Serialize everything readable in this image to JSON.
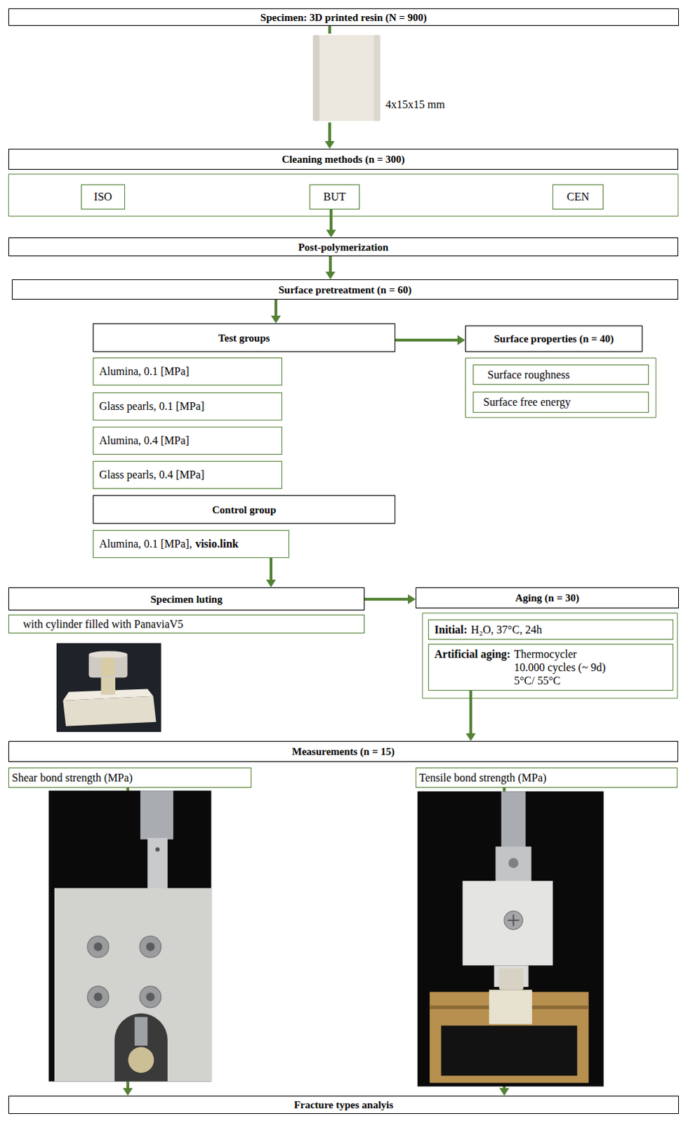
{
  "diagram": {
    "nodes": [
      {
        "text": [
          "Specimen: 3D printed resin (N = 900)"
        ]
      },
      {
        "text": [
          "Cleaning methods (n = 300)"
        ]
      },
      {
        "text": [
          "ISO"
        ]
      },
      {
        "text": [
          "BUT"
        ]
      },
      {
        "text": [
          "CEN"
        ]
      },
      {
        "text": [
          "Post-polymerization"
        ]
      },
      {
        "text": [
          "Surface pretreatment (n = 60)"
        ]
      },
      {
        "text": [
          "Test groups"
        ]
      },
      {
        "text": [
          "Surface properties (n = 40)"
        ]
      },
      {
        "text": [
          "Alumina, 0.1 [MPa]"
        ]
      },
      {
        "text": [
          "Surface roughness"
        ]
      },
      {
        "text": [
          "Glass pearls, 0.1 [MPa]"
        ]
      },
      {
        "text": [
          "Surface free energy"
        ]
      },
      {
        "text": [
          "Alumina, 0.4 [MPa]"
        ]
      },
      {
        "text": [
          "Glass pearls, 0.4 [MPa]"
        ]
      },
      {
        "text": [
          "Control group"
        ]
      },
      {
        "text": [
          "Alumina, 0.1 [MPa],",
          "visio.link"
        ]
      },
      {
        "text": [
          "Specimen luting"
        ]
      },
      {
        "text": [
          "Aging (n = 30)"
        ]
      },
      {
        "text": [
          "with cylinder filled with PanaviaV5"
        ]
      },
      {
        "text": [
          "Initial:",
          "H₂O, 37°C, 24h"
        ]
      },
      {
        "text": [
          "Artificial aging:",
          "Thermocycler",
          "10.000 cycles (~ 9d)",
          "5°C/ 55°C"
        ]
      },
      {
        "text": [
          "Measurements (n = 15)"
        ]
      },
      {
        "text": [
          "Shear bond strength (MPa)"
        ]
      },
      {
        "text": [
          "Tensile bond strength (MPa)"
        ]
      },
      {
        "text": [
          "Fracture types analyis"
        ]
      }
    ],
    "edges": [
      {
        "from": 0,
        "to": 1,
        "arrow": "to"
      },
      {
        "from": 3,
        "to": 5,
        "arrow": "to"
      },
      {
        "from": 5,
        "to": 6,
        "arrow": "to"
      },
      {
        "from": 6,
        "to": 7,
        "arrow": "to"
      },
      {
        "from": 7,
        "to": 8,
        "arrow": "to"
      },
      {
        "from": 16,
        "to": 17,
        "arrow": "to"
      },
      {
        "from": 17,
        "to": 18,
        "arrow": "to"
      },
      {
        "from": 21,
        "to": 22,
        "arrow": "to"
      },
      {
        "from": 23,
        "to": 25,
        "arrow": "to"
      },
      {
        "from": 24,
        "to": 25,
        "arrow": "to"
      }
    ],
    "labels": [
      "4x15x15 mm"
    ]
  }
}
